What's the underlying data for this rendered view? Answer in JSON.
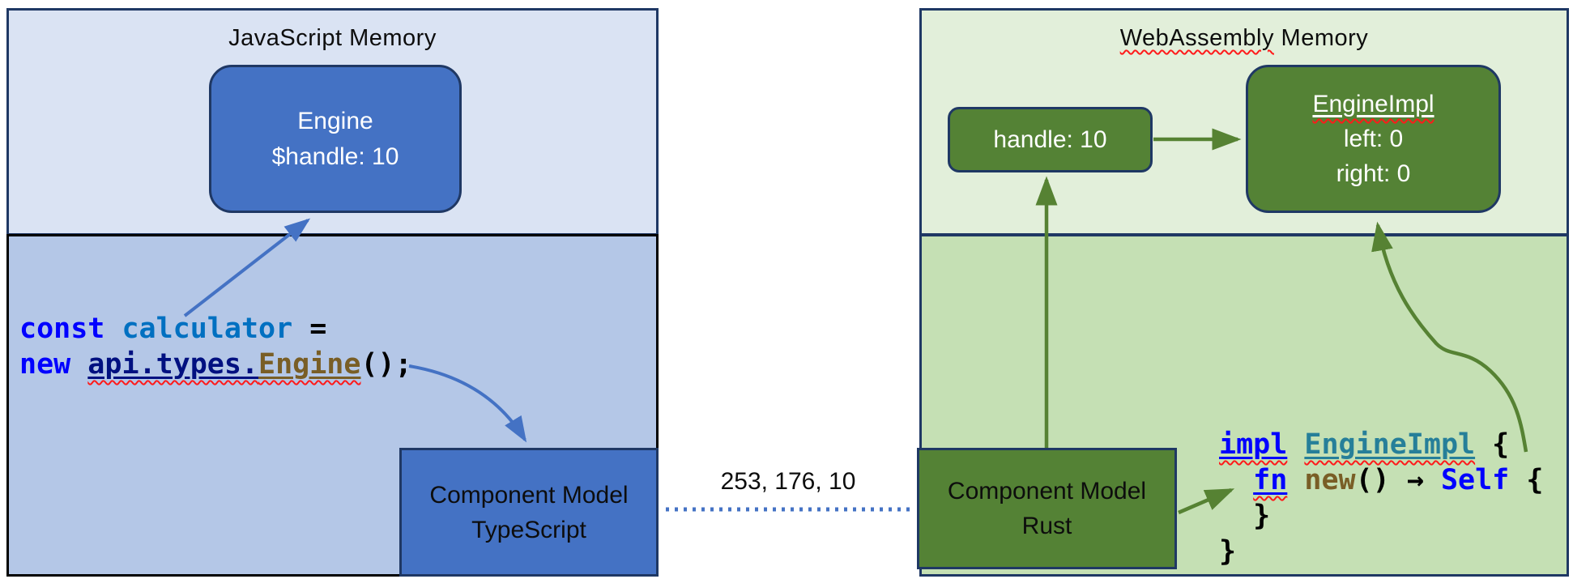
{
  "colors": {
    "light_blue": "#dae3f3",
    "medium_blue": "#b4c7e7",
    "blue": "#4472c4",
    "navy": "#1f3864",
    "divider_black": "#000000",
    "light_green": "#e2efda",
    "medium_green": "#c5e0b4",
    "green": "#548235",
    "green_line": "#568233",
    "code_keyword": "#0000ff",
    "code_variable": "#0070c1",
    "code_namespace": "#001080",
    "code_function": "#795e26",
    "code_type": "#267f99",
    "squiggle": "#ff1a1a",
    "text": "#0d0d0d"
  },
  "left": {
    "title": "JavaScript Memory",
    "engine_box": {
      "title": "Engine",
      "field": "$handle: 10"
    },
    "code": {
      "l1": {
        "kw": "const",
        "sp": " ",
        "var": "calculator",
        "rest": " ="
      },
      "l2": {
        "kw": "new",
        "sp": " ",
        "ns": "api.types.",
        "fn": "Engine",
        "rest": "();"
      }
    },
    "component_box": {
      "line1": "Component Model",
      "line2": "TypeScript"
    }
  },
  "middle": {
    "label": "253, 176, 10"
  },
  "right": {
    "title": {
      "word1": "WebAssembly",
      "word2": " Memory"
    },
    "handle_box": {
      "label": "handle: 10"
    },
    "engine_impl_box": {
      "title": "EngineImpl",
      "field1": "left: 0",
      "field2": "right: 0"
    },
    "component_box": {
      "line1": "Component Model",
      "line2": "Rust"
    },
    "code": {
      "l1": {
        "kw": "impl",
        "sp": " ",
        "type": "EngineImpl",
        "rest": " {"
      },
      "l2": {
        "indent": "  ",
        "kw": "fn",
        "sp": " ",
        "fn": "new",
        "mid": "() → ",
        "self": "Self",
        "rest": " {"
      },
      "l3": "  }",
      "l4": "}"
    }
  }
}
